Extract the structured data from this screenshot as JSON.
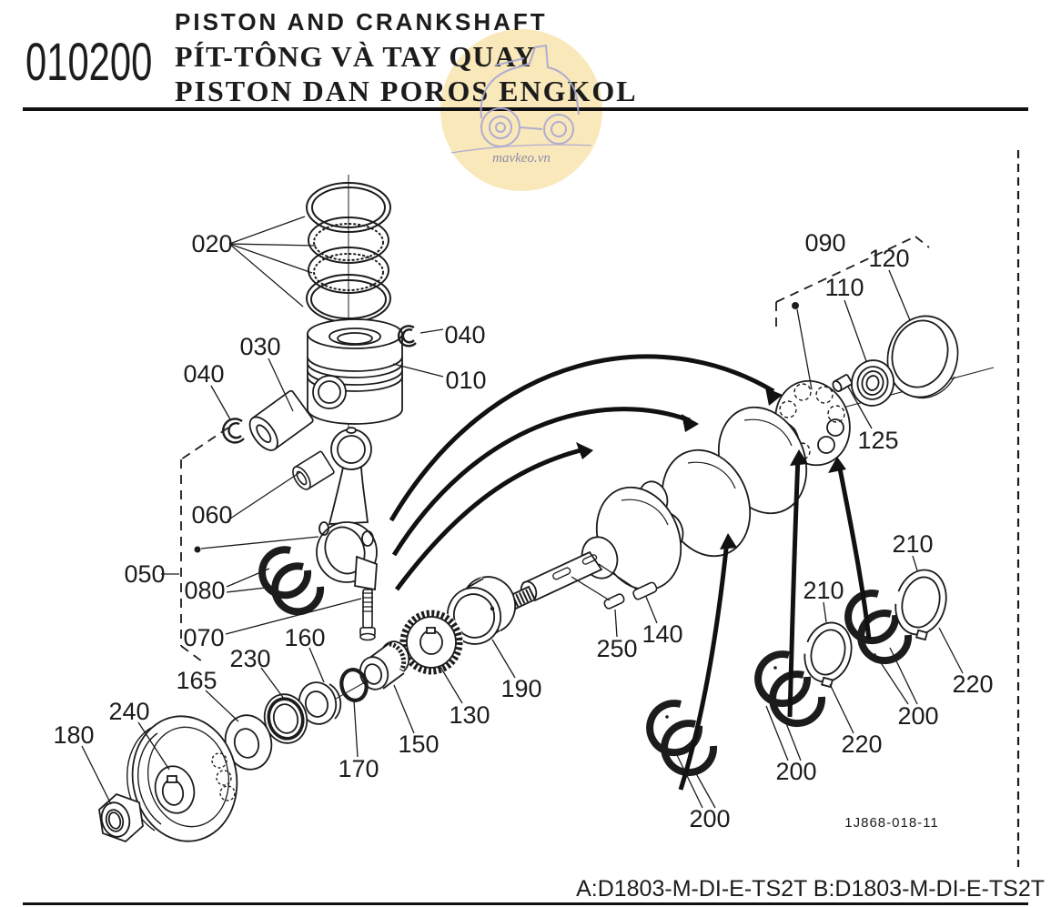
{
  "header": {
    "code": "010200",
    "title_en": "PISTON AND CRANKSHAFT",
    "title_vi": "PÍT-TÔNG VÀ TAY QUAY",
    "title_id": "PISTON DAN POROS ENGKOL"
  },
  "watermark": {
    "text": "mavkeo.vn"
  },
  "diagram": {
    "figure_code": "1J868-018-11",
    "labels": [
      {
        "text": "020"
      },
      {
        "text": "030"
      },
      {
        "text": "040"
      },
      {
        "text": "040"
      },
      {
        "text": "010"
      },
      {
        "text": "060"
      },
      {
        "text": "050"
      },
      {
        "text": "080"
      },
      {
        "text": "070"
      },
      {
        "text": "230"
      },
      {
        "text": "160"
      },
      {
        "text": "165"
      },
      {
        "text": "240"
      },
      {
        "text": "180"
      },
      {
        "text": "170"
      },
      {
        "text": "150"
      },
      {
        "text": "130"
      },
      {
        "text": "190"
      },
      {
        "text": "250"
      },
      {
        "text": "140"
      },
      {
        "text": "090"
      },
      {
        "text": "110"
      },
      {
        "text": "120"
      },
      {
        "text": "125"
      },
      {
        "text": "210"
      },
      {
        "text": "210"
      },
      {
        "text": "220"
      },
      {
        "text": "200"
      },
      {
        "text": "220"
      },
      {
        "text": "200"
      },
      {
        "text": "200"
      }
    ]
  },
  "footer": {
    "models": "A:D1803-M-DI-E-TS2T B:D1803-M-DI-E-TS2T"
  },
  "colors": {
    "ink": "#1c1c1c",
    "watermark_fill": "#f9e6b4",
    "watermark_line": "#a9a6d4"
  }
}
